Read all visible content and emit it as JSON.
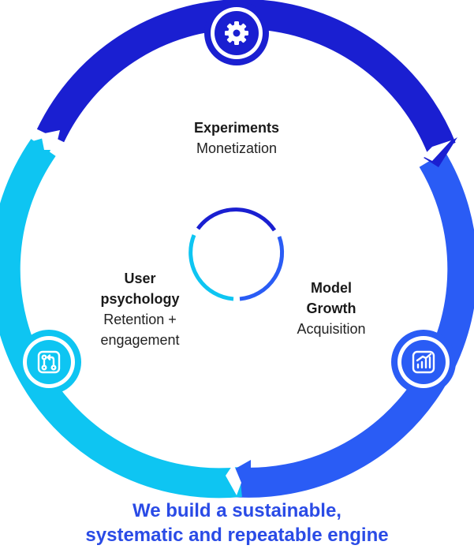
{
  "colors": {
    "dark_blue": "#1a1fd1",
    "mid_blue": "#2a5cf5",
    "light_blue": "#0ec5f2",
    "text": "#1a1a1a",
    "tagline": "#2a4be6"
  },
  "segments": [
    {
      "title": "Experiments",
      "subtitle_lines": [
        "Monetization"
      ],
      "icon": "gear-icon"
    },
    {
      "title_lines": [
        "Model",
        "Growth"
      ],
      "subtitle_lines": [
        "Acquisition"
      ],
      "icon": "growth-chart-icon"
    },
    {
      "title_lines": [
        "User",
        "psychology"
      ],
      "subtitle_lines": [
        "Retention +",
        "engagement"
      ],
      "icon": "git-pull-request-icon"
    }
  ],
  "tagline": {
    "line1": "We build a sustainable,",
    "line2": "systematic and repeatable engine"
  }
}
